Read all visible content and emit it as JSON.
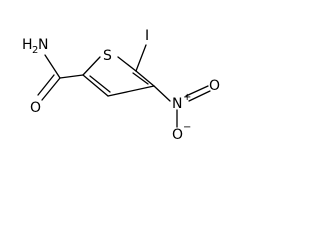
{
  "molecule": {
    "atoms": {
      "sulfur": "S",
      "iodine": "I",
      "amide_nitrogen": "H",
      "amide_nitrogen_sub": "2",
      "amide_nitrogen_n": "N",
      "amide_oxygen": "O",
      "nitro_nitrogen": "N",
      "nitro_nitrogen_charge": "+",
      "nitro_oxygen_top": "O",
      "nitro_oxygen_bottom": "O",
      "nitro_oxygen_bottom_charge": "−"
    },
    "colors": {
      "ink": "#000000",
      "background": "#ffffff"
    }
  }
}
